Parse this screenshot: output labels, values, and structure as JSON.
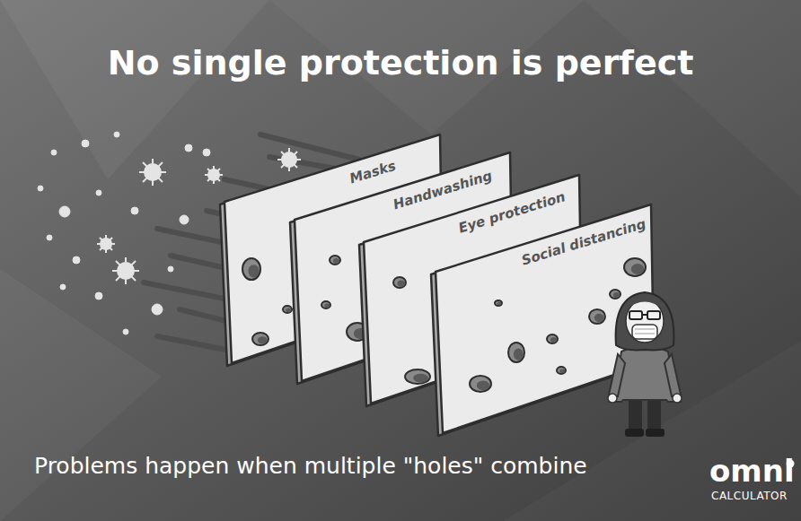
{
  "diagram": {
    "title": "No single protection is perfect",
    "caption": "Problems happen when multiple \"holes\" combine",
    "nodes": [
      {
        "text": [
          "Masks"
        ]
      },
      {
        "text": [
          "Handwashing"
        ]
      },
      {
        "text": [
          "Eye protection"
        ]
      },
      {
        "text": [
          "Social distancing"
        ]
      }
    ],
    "labels": [
      "omni",
      "CALCULATOR"
    ]
  }
}
